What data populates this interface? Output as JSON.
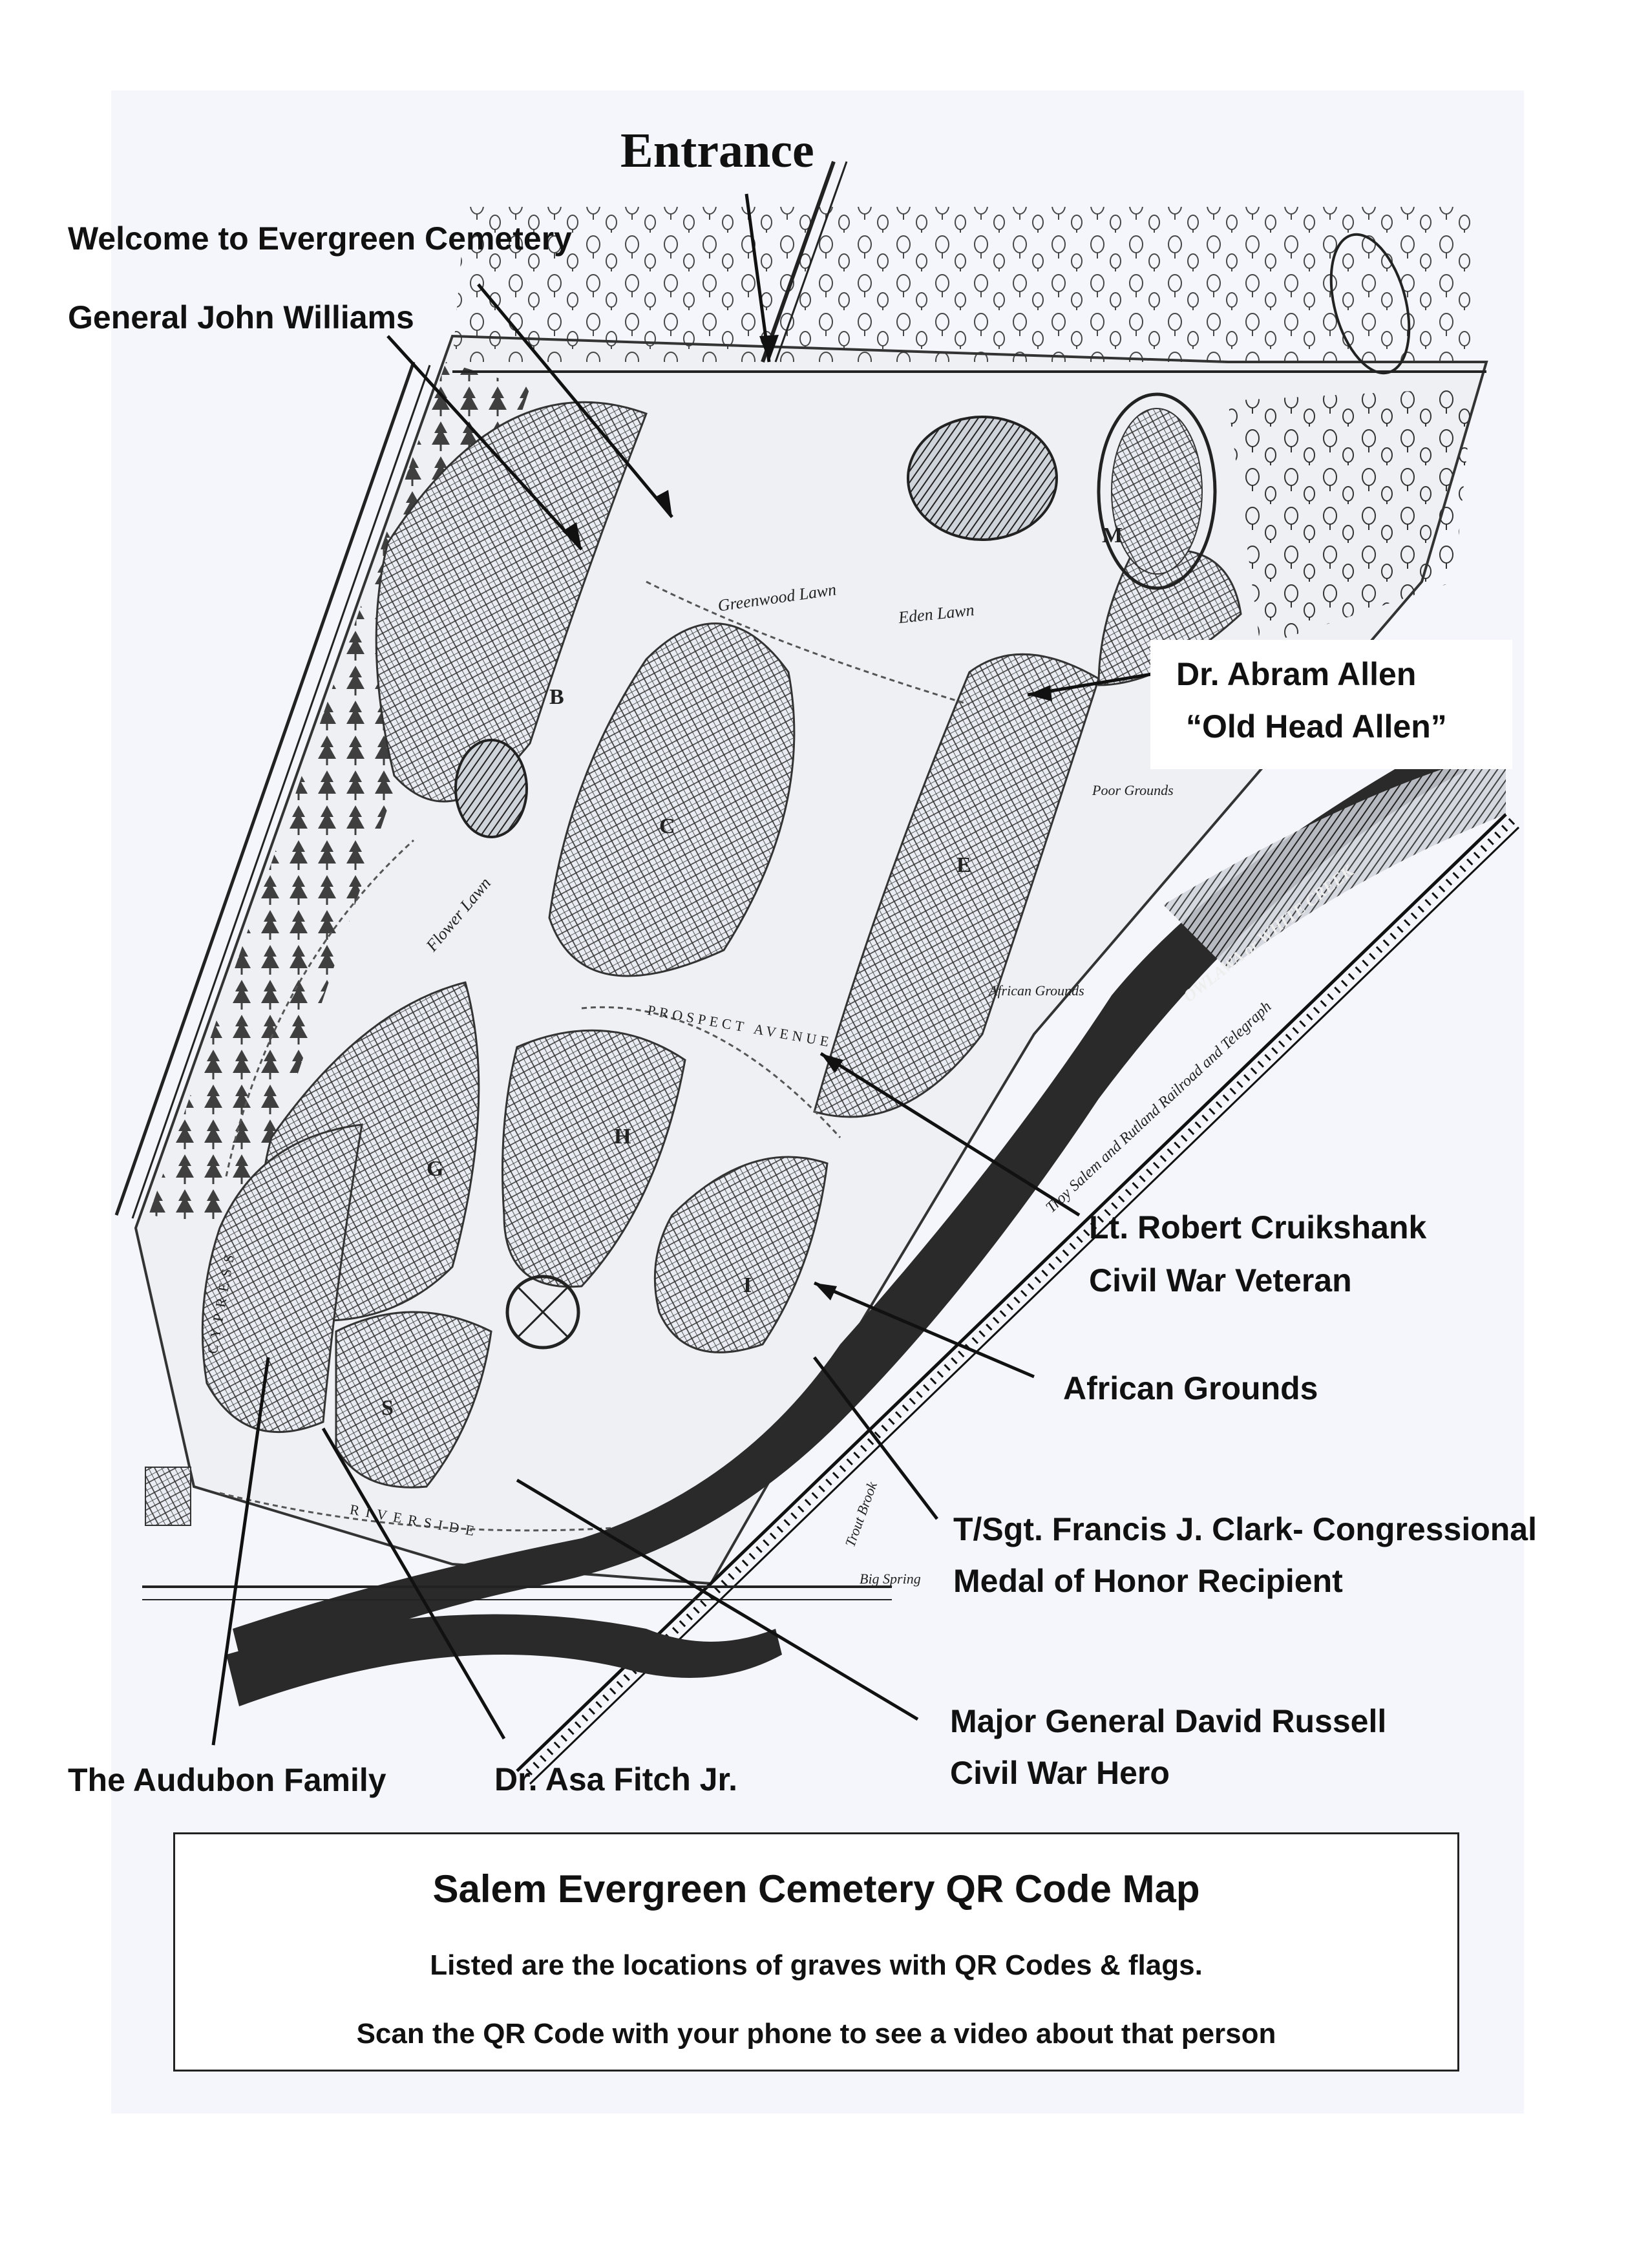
{
  "map": {
    "entrance_label": "Entrance",
    "map_words": {
      "greenwood_lawn": "Greenwood Lawn",
      "eden_lawn": "Eden Lawn",
      "flower_lawn": "Flower Lawn",
      "poor_grounds": "Poor Grounds",
      "african_grounds": "African Grounds",
      "big_spring": "Big Spring",
      "trout_brook": "Trout Brook",
      "railroad": "Troy Salem and Rutland Railroad and Telegraph",
      "creek": "OWLAWA or WHITE CREEK",
      "prospect_avenue": "PROSPECT AVENUE",
      "riverside": "RIVERSIDE",
      "cypress": "CYPRESS"
    },
    "section_letters": [
      "B",
      "C",
      "E",
      "G",
      "H",
      "I",
      "M",
      "S"
    ]
  },
  "labels": {
    "welcome": "Welcome to Evergreen Cemetery",
    "williams": "General John Williams",
    "allen_line1": "Dr. Abram Allen",
    "allen_line2": "“Old Head Allen”",
    "cruikshank_line1": "Lt. Robert Cruikshank",
    "cruikshank_line2": "Civil War Veteran",
    "african_grounds": "African Grounds",
    "clark_line1": "T/Sgt. Francis J. Clark- Congressional",
    "clark_line2": "Medal of Honor Recipient",
    "russell_line1": "Major General David Russell",
    "russell_line2": "Civil War Hero",
    "audubon": "The Audubon Family",
    "fitch": "Dr. Asa Fitch Jr."
  },
  "legend": {
    "title": "Salem Evergreen Cemetery QR Code Map",
    "line1": "Listed are the locations of graves with QR Codes & flags.",
    "line2": "Scan the QR Code with your phone to see a video about that person"
  },
  "colors": {
    "ink": "#111111",
    "sheet": "#f4f6fb",
    "water": "#2a2a2a"
  }
}
